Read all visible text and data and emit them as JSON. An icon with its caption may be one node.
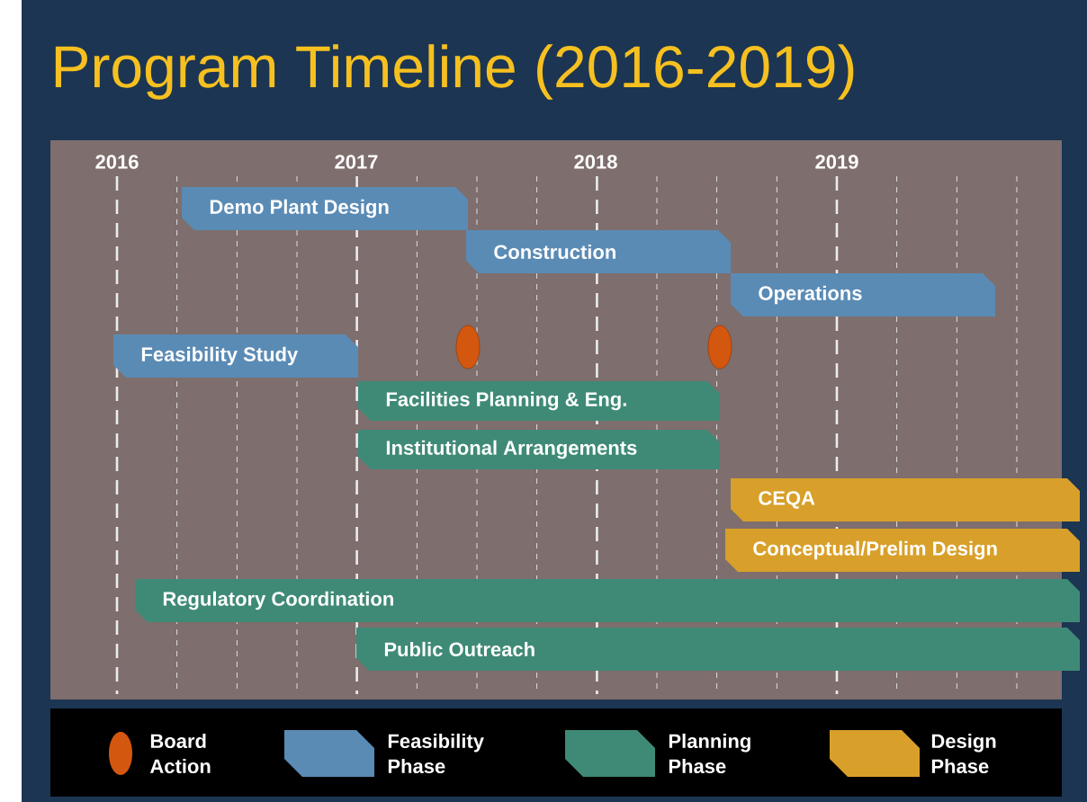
{
  "diagram": {
    "title": "Program Timeline (2016-2019)",
    "nodes": [
      {
        "text": [
          "Demo Plant Design"
        ]
      },
      {
        "text": [
          "Construction"
        ]
      },
      {
        "text": [
          "Operations"
        ]
      },
      {
        "text": [
          "Feasibility Study"
        ]
      },
      {
        "text": [],
        "shape": "circle"
      },
      {
        "text": [],
        "shape": "circle"
      },
      {
        "text": [
          "Facilities Planning & Eng."
        ]
      },
      {
        "text": [
          "Institutional Arrangements"
        ]
      },
      {
        "text": [
          "CEQA"
        ]
      },
      {
        "text": [
          "Conceptual/Prelim Design"
        ]
      },
      {
        "text": [
          "Regulatory Coordination"
        ]
      },
      {
        "text": [
          "Public Outreach"
        ]
      }
    ],
    "edges": [],
    "labels": [
      "2016",
      "2017",
      "2018",
      "2019"
    ],
    "legend": [
      {
        "text": "Board Action",
        "color": "#d4570f"
      },
      {
        "text": "Feasibility Phase",
        "color": "#5a8bb5"
      },
      {
        "text": "Planning Phase",
        "color": "#3f8a76"
      },
      {
        "text": "Design Phase",
        "color": "#d8a02a"
      }
    ]
  }
}
